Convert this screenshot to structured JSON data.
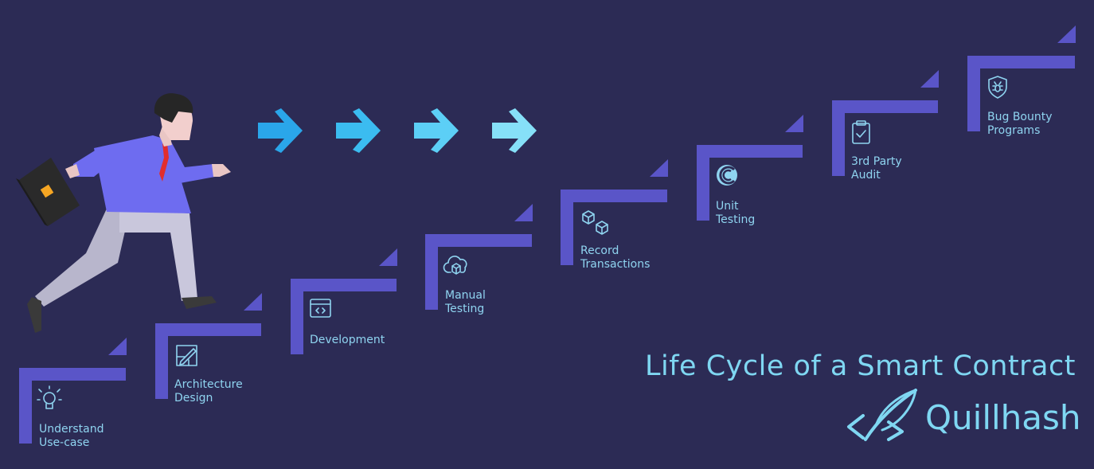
{
  "diagram": {
    "title": "Life Cycle of a Smart Contract",
    "brand": "Quillhash",
    "steps": [
      {
        "line1": "Understand",
        "line2": "Use-case",
        "icon": "lightbulb-icon"
      },
      {
        "line1": "Architecture",
        "line2": "Design",
        "icon": "design-pencil-icon"
      },
      {
        "line1": "Development",
        "line2": "",
        "icon": "code-window-icon"
      },
      {
        "line1": "Manual",
        "line2": "Testing",
        "icon": "cloud-box-icon"
      },
      {
        "line1": "Record",
        "line2": "Transactions",
        "icon": "cubes-icon"
      },
      {
        "line1": "Unit",
        "line2": "Testing",
        "icon": "spiral-icon"
      },
      {
        "line1": "3rd Party",
        "line2": "Audit",
        "icon": "clipboard-check-icon"
      },
      {
        "line1": "Bug Bounty",
        "line2": "Programs",
        "icon": "bug-shield-icon"
      }
    ]
  },
  "colors": {
    "background": "#2c2b55",
    "step": "#5a55c8",
    "text": "#8fd4f0",
    "arrows": [
      "#2aa6ea",
      "#3bbcf0",
      "#5ccff6",
      "#86e0f8"
    ]
  }
}
